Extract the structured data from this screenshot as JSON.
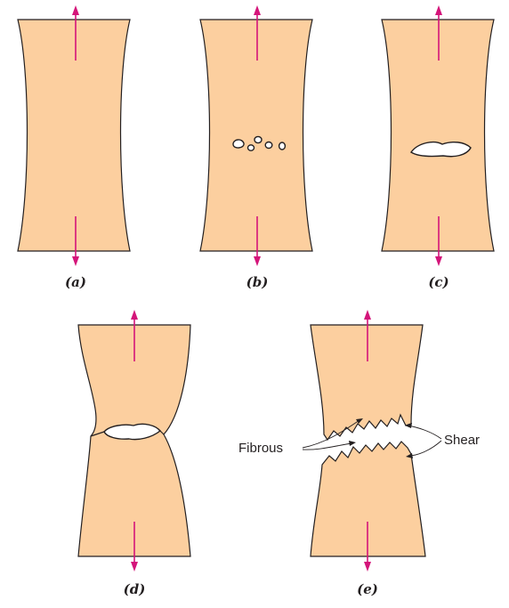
{
  "figure": {
    "captions": {
      "a": "(a)",
      "b": "(b)",
      "c": "(c)",
      "d": "(d)",
      "e": "(e)"
    },
    "labels": {
      "fibrous": "Fibrous",
      "shear": "Shear"
    },
    "colors": {
      "specimen": "#fccf9f",
      "arrow": "#d4157a",
      "outline": "#231f20"
    },
    "icons": {
      "tension_arrow": "arrow-icon"
    }
  }
}
